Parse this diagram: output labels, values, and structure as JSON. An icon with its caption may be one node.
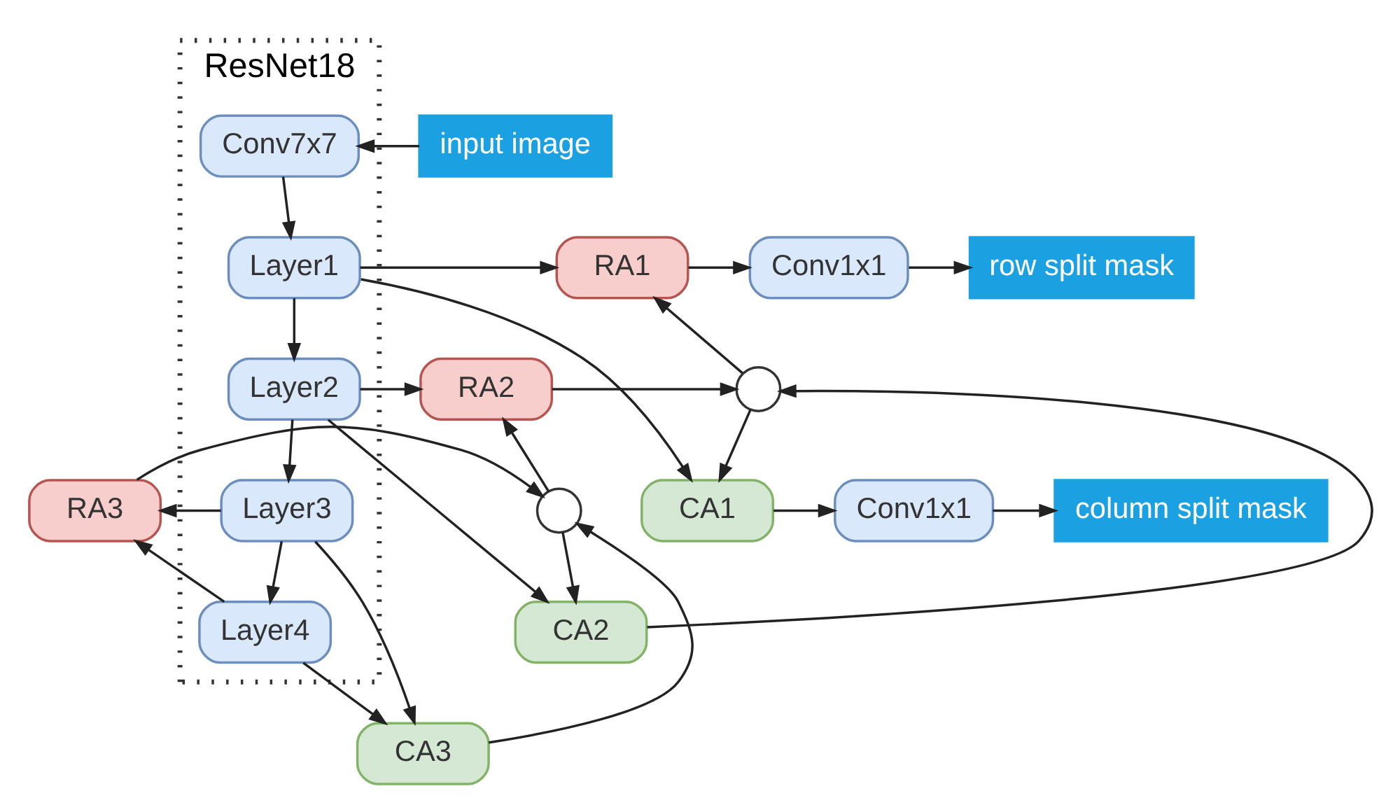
{
  "diagram": {
    "nodes": [
      {
        "text": [
          "ResNet18"
        ]
      },
      {
        "text": [
          "Conv7x7"
        ],
        "in": 0
      },
      {
        "text": [
          "Layer1"
        ],
        "in": 0
      },
      {
        "text": [
          "Layer2"
        ],
        "in": 0
      },
      {
        "text": [
          "Layer3"
        ],
        "in": 0
      },
      {
        "text": [
          "Layer4"
        ],
        "in": 0
      },
      {
        "text": [
          "input image"
        ]
      },
      {
        "text": [
          "RA1"
        ]
      },
      {
        "text": [
          "CA1"
        ]
      },
      {
        "text": [
          "Conv1x1"
        ]
      },
      {
        "text": [
          "Conv1x1"
        ]
      },
      {
        "text": [
          "row split mask"
        ]
      },
      {
        "text": [
          "column split mask"
        ]
      },
      {
        "text": [
          "RA2"
        ]
      },
      {
        "text": [
          "CA2"
        ]
      },
      {
        "text": [],
        "shape": "circle"
      },
      {
        "text": [
          "RA3"
        ]
      },
      {
        "text": [
          "CA3"
        ]
      },
      {
        "text": [],
        "shape": "circle"
      }
    ],
    "edges": [
      {
        "from": 6,
        "to": 1,
        "arrow": "to"
      },
      {
        "from": 1,
        "to": 2,
        "arrow": "to"
      },
      {
        "from": 2,
        "to": 3,
        "arrow": "to"
      },
      {
        "from": 3,
        "to": 4,
        "arrow": "to"
      },
      {
        "from": 4,
        "to": 5,
        "arrow": "to"
      },
      {
        "from": 2,
        "to": 7,
        "arrow": "to"
      },
      {
        "from": 2,
        "to": 8,
        "arrow": "to"
      },
      {
        "from": 7,
        "to": 9,
        "arrow": "to"
      },
      {
        "from": 8,
        "to": 10,
        "arrow": "to"
      },
      {
        "from": 9,
        "to": 11,
        "arrow": "to"
      },
      {
        "from": 10,
        "to": 12,
        "arrow": "to"
      },
      {
        "from": 3,
        "to": 13,
        "arrow": "to"
      },
      {
        "from": 3,
        "to": 14,
        "arrow": "to"
      },
      {
        "from": 13,
        "to": 15,
        "arrow": "to"
      },
      {
        "from": 14,
        "to": 15,
        "arrow": "to"
      },
      {
        "from": 15,
        "to": 7,
        "arrow": "to"
      },
      {
        "from": 15,
        "to": 8,
        "arrow": "to"
      },
      {
        "from": 4,
        "to": 16,
        "arrow": "to"
      },
      {
        "from": 4,
        "to": 17,
        "arrow": "to"
      },
      {
        "from": 16,
        "to": 18,
        "arrow": "to"
      },
      {
        "from": 17,
        "to": 18,
        "arrow": "to"
      },
      {
        "from": 18,
        "to": 13,
        "arrow": "to"
      },
      {
        "from": 18,
        "to": 14,
        "arrow": "to"
      },
      {
        "from": 5,
        "to": 16,
        "arrow": "to"
      },
      {
        "from": 5,
        "to": 17,
        "arrow": "to"
      }
    ]
  }
}
